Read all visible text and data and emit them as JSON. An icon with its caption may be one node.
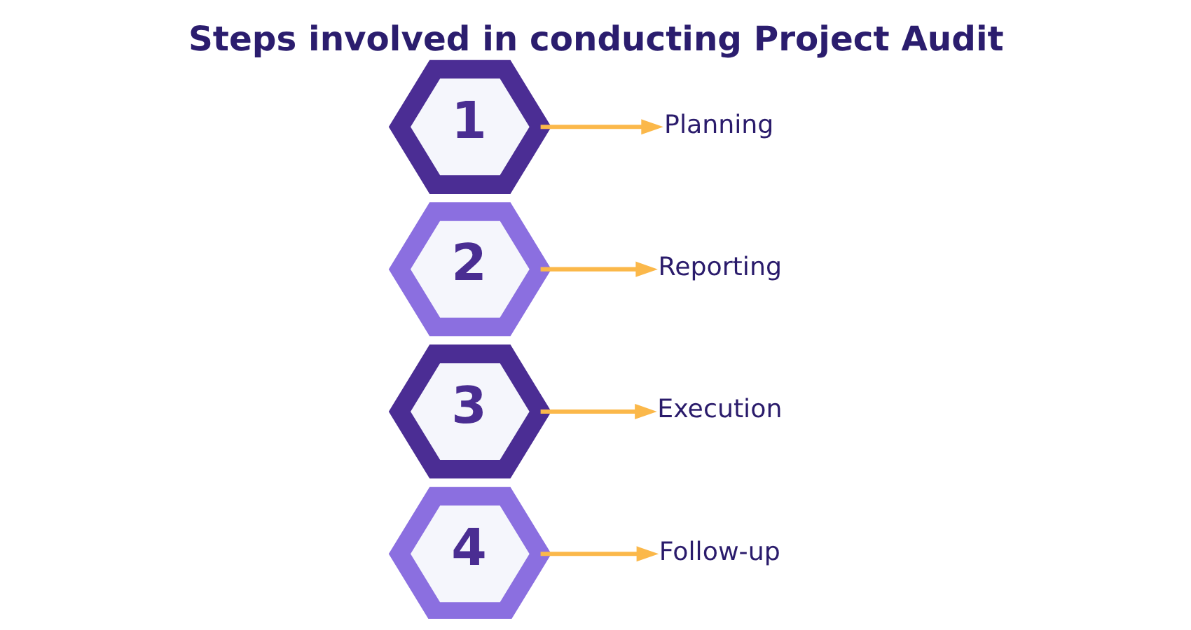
{
  "diagram": {
    "title": "Steps involved in conducting Project Audit",
    "nodes": [
      {
        "text": [
          "1"
        ]
      },
      {
        "text": [
          "Planning"
        ]
      },
      {
        "text": [
          "2"
        ]
      },
      {
        "text": [
          "Reporting"
        ]
      },
      {
        "text": [
          "3"
        ]
      },
      {
        "text": [
          "Execution"
        ]
      },
      {
        "text": [
          "4"
        ]
      },
      {
        "text": [
          "Follow-up"
        ]
      }
    ],
    "edges": [
      {
        "from": 0,
        "to": 1,
        "arrow": "to"
      },
      {
        "from": 2,
        "to": 3,
        "arrow": "to"
      },
      {
        "from": 4,
        "to": 5,
        "arrow": "to"
      },
      {
        "from": 6,
        "to": 7,
        "arrow": "to"
      }
    ]
  }
}
